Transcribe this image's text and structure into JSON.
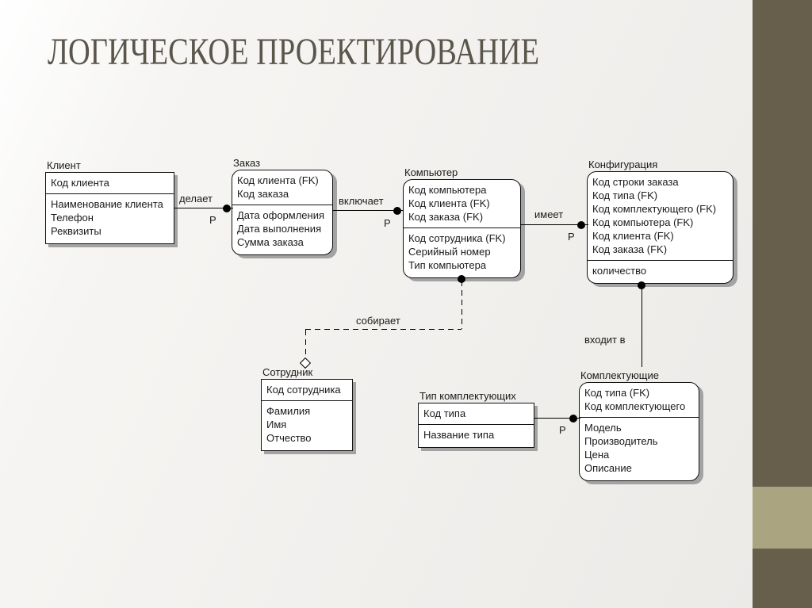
{
  "page": {
    "title": "ЛОГИЧЕСКОЕ ПРОЕКТИРОВАНИЕ"
  },
  "colors": {
    "sidebar_dark": "#675f4b",
    "sidebar_light": "#aba480",
    "title_text": "#5b564c",
    "diagram_line": "#000000",
    "entity_shadow": "#a3a3a3"
  },
  "icons": {
    "cardinality-dot-icon": "●",
    "aggregation-diamond-icon": "◇"
  },
  "entities": {
    "klient": {
      "title": "Клиент",
      "keys": [
        "Код клиента"
      ],
      "attrs": [
        "Наименование клиента",
        "Телефон",
        "Реквизиты"
      ]
    },
    "zakaz": {
      "title": "Заказ",
      "keys": [
        "Код клиента (FK)",
        "Код заказа"
      ],
      "attrs": [
        "Дата оформления",
        "Дата выполнения",
        "Сумма заказа"
      ]
    },
    "komputer": {
      "title": "Компьютер",
      "keys": [
        "Код компьютера",
        "Код клиента (FK)",
        "Код заказа (FK)"
      ],
      "attrs": [
        "Код сотрудника (FK)",
        "Серийный номер",
        "Тип компьютера"
      ]
    },
    "konfiguracia": {
      "title": "Конфигурация",
      "keys": [
        "Код строки заказа",
        "Код типа (FK)",
        "Код комплектующего (FK)",
        "Код компьютера (FK)",
        "Код клиента (FK)",
        "Код заказа (FK)"
      ],
      "attrs": [
        "количество"
      ]
    },
    "sotrudnik": {
      "title": "Сотрудник",
      "keys": [
        "Код сотрудника"
      ],
      "attrs": [
        "Фамилия",
        "Имя",
        "Отчество"
      ]
    },
    "tip_komplektuyushchih": {
      "title": "Тип комплектующих",
      "keys": [
        "Код типа"
      ],
      "attrs": [
        "Название типа"
      ]
    },
    "komplektuyushchie": {
      "title": "Комплектующие",
      "keys": [
        "Код типа (FK)",
        "Код комплектующего"
      ],
      "attrs": [
        "Модель",
        "Производитель",
        "Цена",
        "Описание"
      ]
    }
  },
  "relations": {
    "delaet": {
      "label": "делает",
      "cardinality": "P"
    },
    "vklyuchaet": {
      "label": "включает",
      "cardinality": "P"
    },
    "imeet": {
      "label": "имеет",
      "cardinality": "P"
    },
    "sobiraet": {
      "label": "собирает"
    },
    "vhodit_v": {
      "label": "входит в"
    },
    "tip_to_komplekt": {
      "cardinality": "P"
    }
  }
}
